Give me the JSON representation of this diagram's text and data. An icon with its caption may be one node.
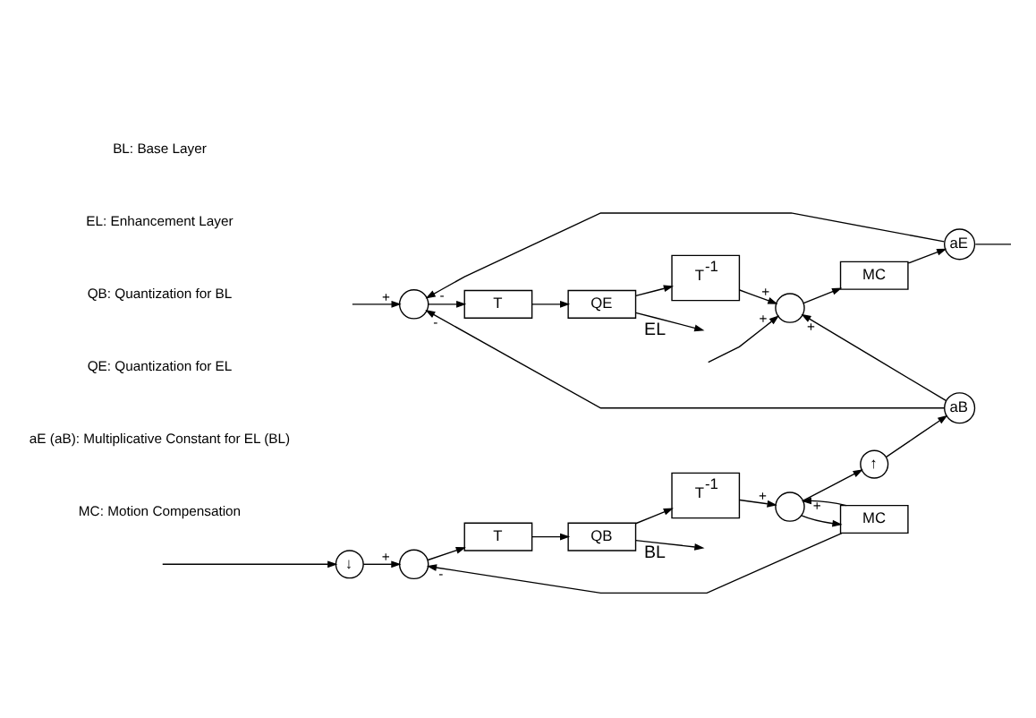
{
  "diagram": {
    "nodes": [
      {
        "text": [
          "↓"
        ]
      },
      {
        "text": [],
        "shape": "circle"
      },
      {
        "text": [
          "T"
        ]
      },
      {
        "text": [
          "QB"
        ]
      },
      {
        "text": [
          "T$^{-1}$"
        ]
      },
      {
        "text": [],
        "shape": "circle"
      },
      {
        "text": [
          "MC"
        ]
      },
      {
        "text": [
          "↑"
        ]
      },
      {
        "text": [
          "aB"
        ]
      },
      {
        "text": [],
        "shape": "circle"
      },
      {
        "text": [
          "T"
        ]
      },
      {
        "text": [
          "QE"
        ]
      },
      {
        "text": [
          "T$^{-1}$"
        ]
      },
      {
        "text": [],
        "shape": "circle"
      },
      {
        "text": [
          "MC"
        ]
      },
      {
        "text": [
          "aE"
        ]
      }
    ],
    "edges": [
      {
        "from": null,
        "to": 0,
        "arrow": "to"
      },
      {
        "from": null,
        "to": 9,
        "arrow": "to",
        "label": "+"
      },
      {
        "from": 0,
        "to": 1,
        "arrow": "to",
        "label": "+"
      },
      {
        "from": 1,
        "to": 2,
        "arrow": "to"
      },
      {
        "from": 2,
        "to": 3,
        "arrow": "to"
      },
      {
        "from": 3,
        "to": null,
        "arrow": "to",
        "label": "BL"
      },
      {
        "from": 3,
        "to": 4,
        "arrow": "to"
      },
      {
        "from": 4,
        "to": 5,
        "arrow": "to",
        "label": "+"
      },
      {
        "from": 5,
        "to": 6,
        "arrow": "to"
      },
      {
        "from": 6,
        "to": 1,
        "arrow": "to",
        "label": "-"
      },
      {
        "from": 6,
        "to": 5,
        "arrow": "to",
        "label": "+"
      },
      {
        "from": 5,
        "to": 7,
        "arrow": "to"
      },
      {
        "from": 7,
        "to": 8,
        "arrow": "to"
      },
      {
        "from": 8,
        "to": 9,
        "arrow": "to",
        "label": "-"
      },
      {
        "from": 8,
        "to": 13,
        "arrow": "to",
        "label": "+"
      },
      {
        "from": 9,
        "to": 10,
        "arrow": "to"
      },
      {
        "from": 10,
        "to": 11,
        "arrow": "to"
      },
      {
        "from": 11,
        "to": null,
        "arrow": "to",
        "label": "EL"
      },
      {
        "from": 11,
        "to": 12,
        "arrow": "to"
      },
      {
        "from": 12,
        "to": 13,
        "arrow": "to",
        "label": "+"
      },
      {
        "from": 13,
        "to": 14,
        "arrow": "to"
      },
      {
        "from": 14,
        "to": 15,
        "arrow": "to"
      },
      {
        "from": 15,
        "to": 9,
        "arrow": "to",
        "label": "-"
      },
      {
        "from": 15,
        "to": null,
        "arrow": "none"
      },
      {
        "from": null,
        "to": 13,
        "arrow": "to",
        "label": "+"
      }
    ],
    "labels": [
      "BL: Base Layer",
      "EL: Enhancement Layer",
      "QB: Quantization for BL",
      "QE: Quantization for EL",
      "aE (aB): Multiplicative Constant for EL (BL)",
      "MC: Motion Compensation"
    ]
  }
}
